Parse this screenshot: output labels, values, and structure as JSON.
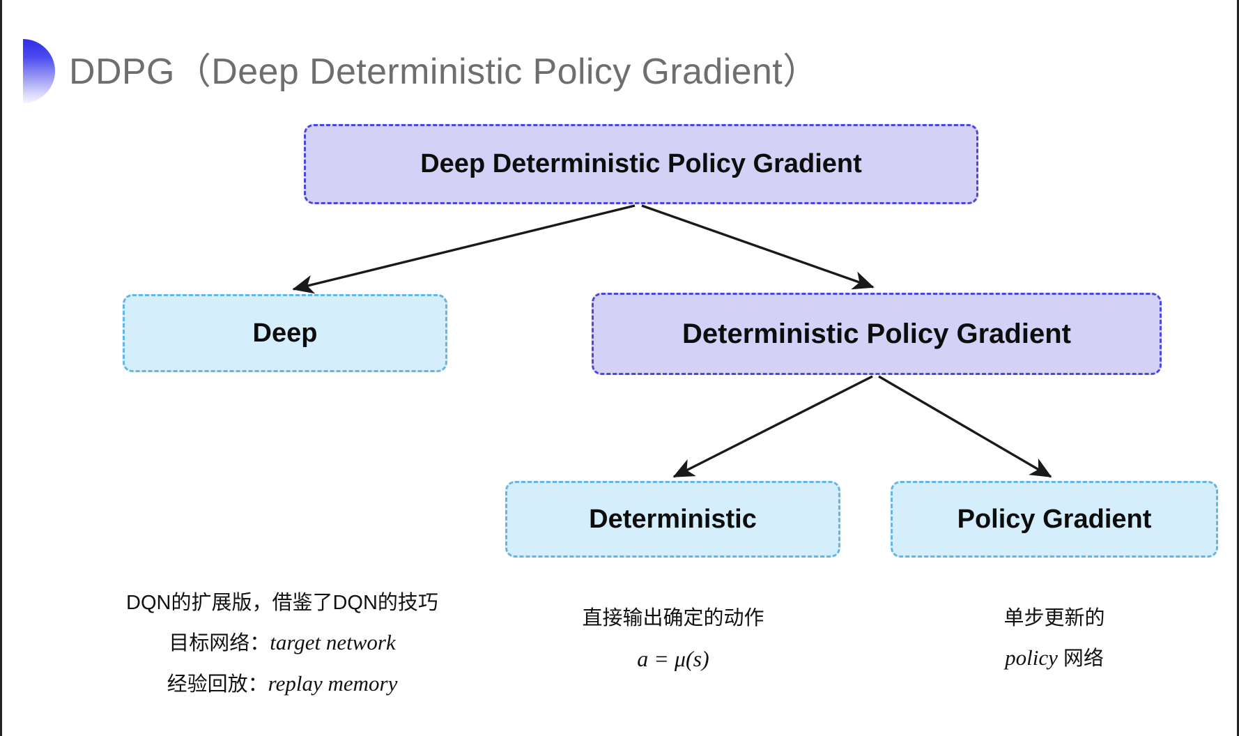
{
  "slide": {
    "title": "DDPG（Deep Deterministic Policy Gradient）",
    "accent_color": "#2f2fe8",
    "title_color": "#6e6e6e",
    "background": "#ffffff"
  },
  "palette": {
    "purple_fill": "#d4d1f7",
    "purple_border": "#4848e0",
    "blue_fill": "#d5eefb",
    "blue_border": "#62b6e6",
    "arrow_color": "#1a1a1a"
  },
  "diagram": {
    "type": "tree",
    "nodes": [
      {
        "id": "root",
        "label": "Deep Deterministic Policy Gradient",
        "style": "purple"
      },
      {
        "id": "deep",
        "label": "Deep",
        "style": "blue"
      },
      {
        "id": "dpg",
        "label": "Deterministic Policy Gradient",
        "style": "purple"
      },
      {
        "id": "det",
        "label": "Deterministic",
        "style": "blue"
      },
      {
        "id": "pg",
        "label": "Policy Gradient",
        "style": "blue"
      }
    ],
    "edges": [
      {
        "from": "root",
        "to": "deep"
      },
      {
        "from": "root",
        "to": "dpg"
      },
      {
        "from": "dpg",
        "to": "det"
      },
      {
        "from": "dpg",
        "to": "pg"
      }
    ]
  },
  "captions": {
    "deep": {
      "line1": "DQN的扩展版，借鉴了DQN的技巧",
      "line2_label": "目标网络：",
      "line2_term": "target network",
      "line3_label": "经验回放：",
      "line3_term": "replay memory"
    },
    "deterministic": {
      "line1": "直接输出确定的动作",
      "formula": "a = μ(s)"
    },
    "policy_gradient": {
      "line1": "单步更新的",
      "line2_term": "policy",
      "line2_suffix": " 网络"
    }
  }
}
